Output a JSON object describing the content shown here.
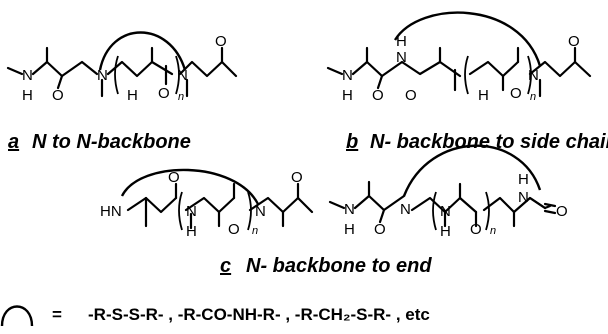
{
  "atoms": {
    "N": "N",
    "H": "H",
    "O": "O",
    "HN": "HN",
    "n": "n"
  },
  "captions": {
    "a_letter": "a",
    "a_text": "N to N-backbone",
    "b_letter": "b",
    "b_text": "N- backbone to side chain",
    "c_letter": "c",
    "c_text": "N- backbone to end"
  },
  "legend": {
    "equals": "=",
    "text": "-R-S-S-R- , -R-CO-NH-R- , -R-CH₂-S-R- , etc"
  }
}
